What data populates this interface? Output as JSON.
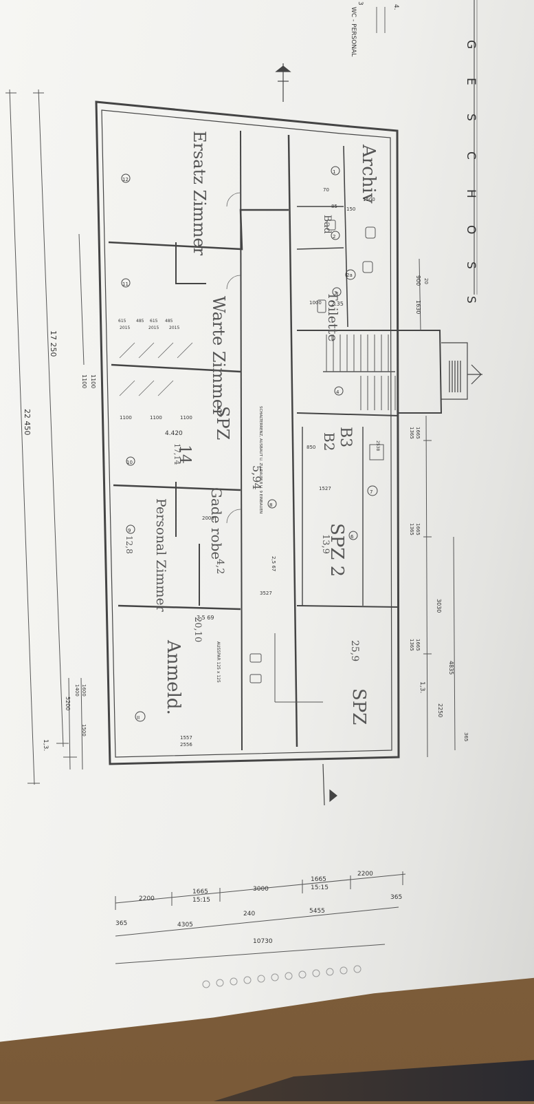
{
  "header": {
    "title_letters": [
      "G",
      "E",
      "S",
      "C",
      "H",
      "O",
      "S",
      "S"
    ],
    "wc_label": "WC - PERSONAL",
    "mark_a": "3",
    "mark_b": "4."
  },
  "overall_dims": {
    "total": "22 450",
    "part": "17 250",
    "small_a": "1100",
    "small_b": "1100"
  },
  "right_dims": {
    "top": [
      "900",
      "1630",
      "20"
    ],
    "mid1": [
      "1665",
      "1365"
    ],
    "mid2": [
      "1665",
      "1365"
    ],
    "mid3": [
      "1665",
      "1365"
    ],
    "span": "3030",
    "r1": "4835",
    "r2": "2250",
    "r3": "365",
    "right_tick": "1,3."
  },
  "bottom_dims": {
    "left": [
      "1600",
      "1400"
    ],
    "right": "1500",
    "small": "5200",
    "tick": "1,3."
  },
  "lower_dims": {
    "row1": [
      "2200",
      "1665",
      "15:15",
      "3000",
      "1665",
      "15:15",
      "2200"
    ],
    "row2": [
      "365",
      "4305",
      "240",
      "5455",
      "365"
    ],
    "row3": "10730"
  },
  "rooms": [
    {
      "id": "1",
      "label": "1"
    },
    {
      "id": "2",
      "label": "2"
    },
    {
      "id": "2a",
      "label": "2a"
    },
    {
      "id": "3",
      "label": "3"
    },
    {
      "id": "4",
      "label": "4"
    },
    {
      "id": "6",
      "label": "6"
    },
    {
      "id": "7",
      "label": "7"
    },
    {
      "id": "8",
      "label": "8"
    },
    {
      "id": "9",
      "label": "9"
    },
    {
      "id": "10",
      "label": "10"
    },
    {
      "id": "11",
      "label": "11"
    },
    {
      "id": "12",
      "label": "12"
    },
    {
      "id": "II",
      "label": "II"
    }
  ],
  "handwritten": {
    "archiv": "Archiv",
    "ersatz": "Ersatz Zimmer",
    "warte": "Warte Zimmer",
    "spz1": "SPZ",
    "spz_14": "14",
    "garderobe": "Gade robe",
    "personal": "Personal Zimmer",
    "anmeld": "Anmeld.",
    "toilette": "Toilette",
    "bad": "Bad",
    "b3": "B3",
    "b2": "B2",
    "spz2": "SPZ 2",
    "spz3": "SPZ",
    "val_594": "5,94",
    "val_42": "4,2",
    "val_2010": "20,10",
    "val_259": "25,9",
    "val_139": "13,9",
    "val_128": "12,8",
    "val_1714": "17,14"
  },
  "notes": {
    "schalter": "SCHALTERRENZ, AUSBAUT U. ZU RAUM 8 U. 9 EINBAUEN",
    "ausspar": "AUSSPAR 125 x 125"
  },
  "plan_dims": {
    "d_4420": "4.420",
    "d_1100s": [
      "1100",
      "1100",
      "1100"
    ],
    "d_615": [
      "615",
      "485",
      "615",
      "485"
    ],
    "d_2015": [
      "2015",
      "2015",
      "2015"
    ],
    "d_1000": "1000",
    "d_235": "2.35",
    "d_1500": "1500",
    "d_85": "85",
    "d_150": "150",
    "d_70": "70",
    "d_3569": "3 5 69",
    "d_2000": "2000",
    "d_1557": "1557",
    "d_2556": "2556",
    "d_1527": "1527",
    "d_850": "850",
    "d_2538": "2538",
    "d_2567": "2,5 67",
    "d_3527": "3527"
  }
}
